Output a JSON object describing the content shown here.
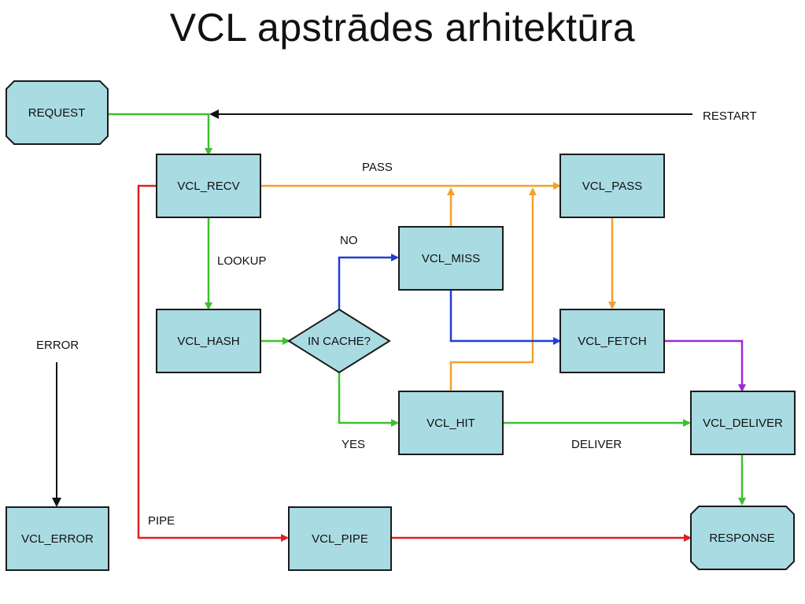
{
  "title": "VCL apstrādes arhitektūra",
  "colors": {
    "node_fill": "#a9dbe2",
    "node_stroke": "#1a1a1a",
    "green": "#3fbf2f",
    "orange": "#f2a12a",
    "blue": "#1f3ed6",
    "red": "#e02020",
    "purple": "#9a2bd6",
    "black": "#111111"
  },
  "nodes": {
    "request": "REQUEST",
    "vcl_recv": "VCL_RECV",
    "vcl_pass": "VCL_PASS",
    "vcl_miss": "VCL_MISS",
    "vcl_hash": "VCL_HASH",
    "in_cache": "IN CACHE?",
    "vcl_fetch": "VCL_FETCH",
    "vcl_hit": "VCL_HIT",
    "vcl_deliver": "VCL_DELIVER",
    "vcl_error": "VCL_ERROR",
    "vcl_pipe": "VCL_PIPE",
    "response": "RESPONSE"
  },
  "labels": {
    "restart": "RESTART",
    "pass": "PASS",
    "no": "NO",
    "lookup": "LOOKUP",
    "error": "ERROR",
    "yes": "YES",
    "deliver": "DELIVER",
    "pipe": "PIPE"
  }
}
